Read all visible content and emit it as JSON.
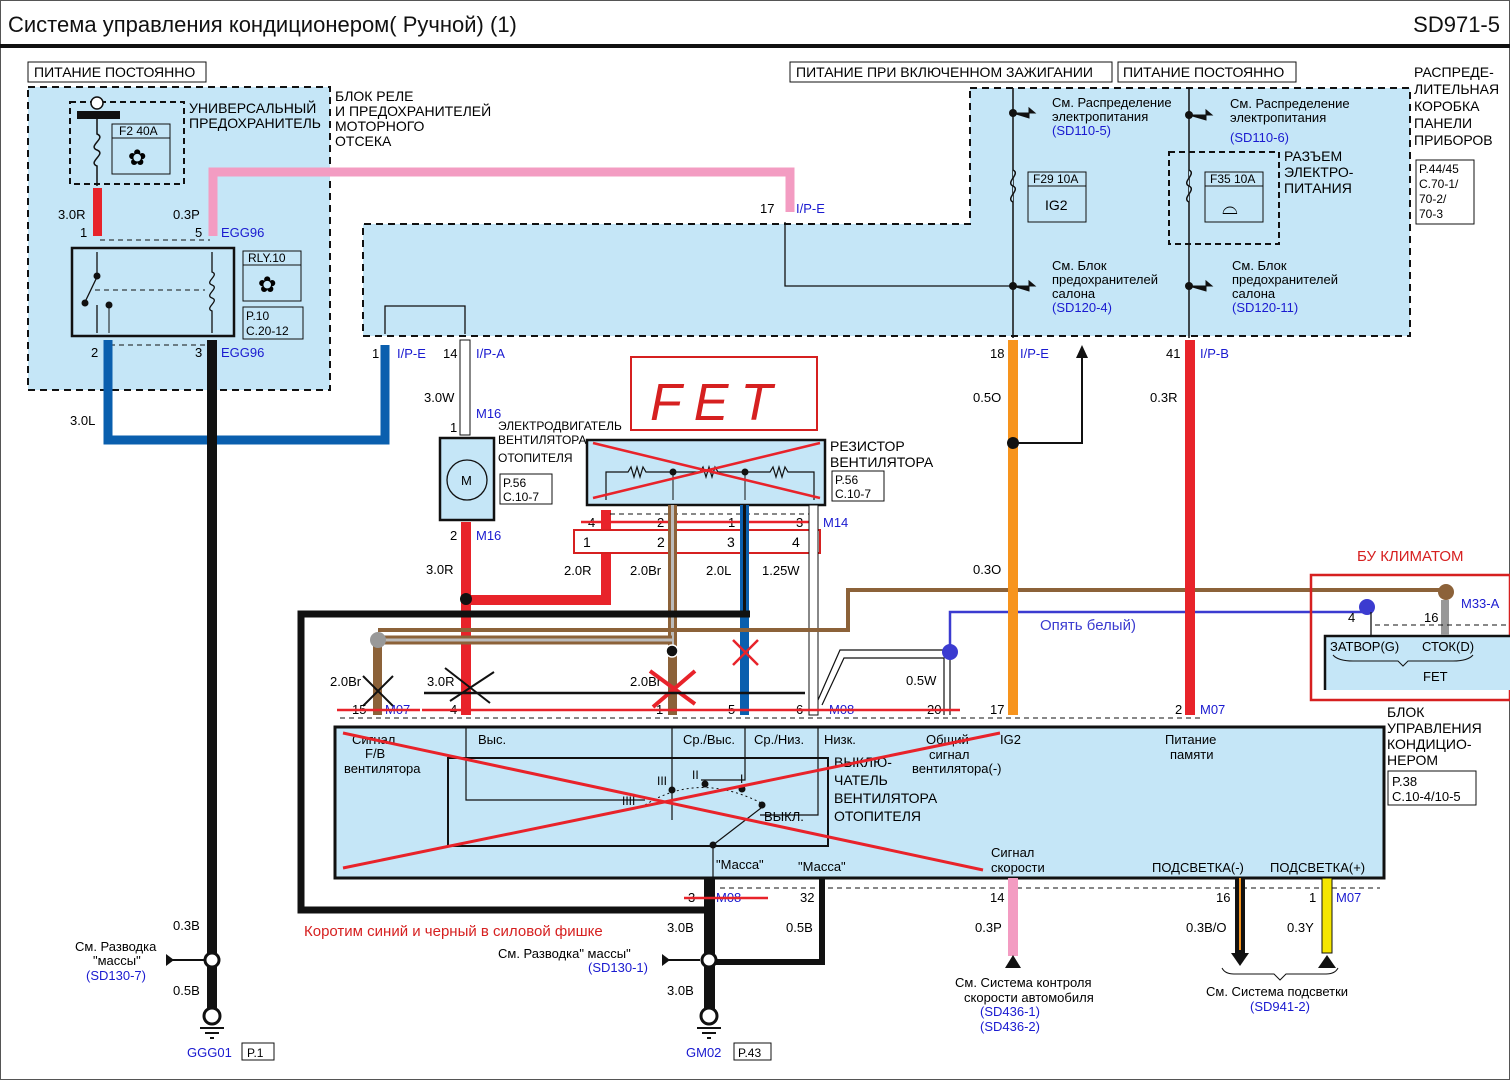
{
  "header": {
    "title": "Система управления кондиционером( Ручной) (1)",
    "code": "SD971-5"
  },
  "power_labels": {
    "constant_left": "ПИТАНИЕ ПОСТОЯННО",
    "ignition": "ПИТАНИЕ ПРИ ВКЛЮЧЕННОМ ЗАЖИГАНИИ",
    "constant_right": "ПИТАНИЕ ПОСТОЯННО"
  },
  "engine_box": {
    "name_lines": [
      "БЛОК РЕЛЕ",
      "И ПРЕДОХРАНИТЕЛЕЙ",
      "МОТОРНОГО",
      "ОТСЕКА"
    ],
    "fuse_label_lines": [
      "УНИВЕРСАЛЬНЫЙ",
      "ПРЕДОХРАНИТЕЛЬ"
    ],
    "fuse": "F2 40A",
    "relay": "RLY.10",
    "relay_ref": [
      "P.10",
      "C.20-12"
    ],
    "wire1": "3.0R",
    "pin1": "1",
    "wire5": "0.3P",
    "pin5": "5",
    "conn_top": "EGG96",
    "pin2": "2",
    "pin3": "3",
    "conn_bottom": "EGG96"
  },
  "panel_box": {
    "name_lines": [
      "РАСПРЕДЕ-",
      "ЛИТЕЛЬНАЯ",
      "КОРОБКА",
      "ПАНЕЛИ",
      "ПРИБОРОВ"
    ],
    "ref": [
      "P.44/45",
      "C.70-1/",
      "70-2/",
      "70-3"
    ],
    "dist1": [
      "См. Распределение",
      "электропитания",
      "(SD110-5)"
    ],
    "dist2": [
      "См. Распределение",
      "электропитания",
      "(SD110-6)"
    ],
    "fuse29": "F29 10A",
    "fuse29_sub": "IG2",
    "fuse35": "F35 10A",
    "power_conn_lines": [
      "РАЗЪЕМ",
      "ЭЛЕКТРО-",
      "ПИТАНИЯ"
    ],
    "salon1": [
      "См. Блок",
      "предохранителей",
      "салона",
      "(SD120-4)"
    ],
    "salon2": [
      "См. Блок",
      "предохранителей",
      "салона",
      "(SD120-11)"
    ],
    "pin17": "17",
    "conn17": "I/P-E",
    "pin1": "1",
    "conn1": "I/P-E",
    "pin14": "14",
    "conn14": "I/P-A",
    "pin18": "18",
    "conn18": "I/P-E",
    "pin41": "41",
    "conn41": "I/P-B"
  },
  "wires": {
    "w_3_0L": "3.0L",
    "w_3_0W": "3.0W",
    "w_3_0R_motor": "3.0R",
    "w_0_5O": "0.5O",
    "w_0_3R": "0.3R",
    "w_0_3O": "0.3O",
    "w_2_0R": "2.0R",
    "w_2_0Br": "2.0Br",
    "w_2_0L": "2.0L",
    "w_1_25W": "1.25W",
    "w_2_0Br_b": "2.0Br",
    "w_3_0R_b": "3.0R",
    "w_2_0Br_c": "2.0Br",
    "w_0_5W": "0.5W",
    "w_0_3B": "0.3B",
    "w_0_5B": "0.5B",
    "w_3_0B_a": "3.0B",
    "w_0_5B_b": "0.5B",
    "w_3_0B_b": "3.0B",
    "w_0_3P": "0.3P",
    "w_0_3BO": "0.3B/O",
    "w_0_3Y": "0.3Y"
  },
  "motor": {
    "label_lines": [
      "ЭЛЕКТРОДВИГАТЕЛЬ",
      "ВЕНТИЛЯТОРА",
      "ОТОПИТЕЛЯ"
    ],
    "symbol": "M",
    "ref": [
      "P.56",
      "C.10-7"
    ],
    "pin1": "1",
    "pin2": "2",
    "conn": "M16"
  },
  "resistor": {
    "label_lines": [
      "РЕЗИСТОР",
      "ВЕНТИЛЯТОРА"
    ],
    "ref": [
      "P.56",
      "C.10-7"
    ],
    "pins_old": [
      "4",
      "2",
      "1",
      "3"
    ],
    "conn": "M14",
    "pins_new": [
      "1",
      "2",
      "3",
      "4"
    ]
  },
  "annotations": {
    "fet": "FET",
    "climate_unit": "БУ КЛИМАТОМ",
    "again_white": "Опять белый)",
    "short_note": "Коротим синий и черный в силовой фишке"
  },
  "fet_block": {
    "gate": "ЗАТВОР(G)",
    "drain": "СТОК(D)",
    "name": "FET",
    "pin_g": "4",
    "pin_d": "16",
    "conn": "M33-A"
  },
  "control_unit": {
    "name_lines": [
      "БЛОК",
      "УПРАВЛЕНИЯ",
      "КОНДИЦИО-",
      "НЕРОМ"
    ],
    "ref": [
      "P.38",
      "C.10-4/10-5"
    ],
    "pins_top": [
      {
        "pin": "15",
        "conn": "M07",
        "label": [
          "Сигнал",
          "F/B",
          "вентилятора"
        ]
      },
      {
        "pin": "4",
        "label": [
          "Выс."
        ]
      },
      {
        "pin": "1",
        "label": [
          "Ср./Выс."
        ]
      },
      {
        "pin": "5",
        "label": [
          "Ср./Низ."
        ]
      },
      {
        "pin": "6",
        "conn": "M08",
        "label": [
          "Низк."
        ]
      },
      {
        "pin": "20",
        "label": [
          "Общий",
          "сигнал",
          "вентилятора(-)"
        ]
      },
      {
        "pin": "17",
        "label": [
          "IG2"
        ]
      },
      {
        "pin": "2",
        "conn": "M07",
        "label": [
          "Питание",
          "памяти"
        ]
      }
    ],
    "switch_lines": [
      "ВЫКЛЮ-",
      "ЧАТЕЛЬ",
      "ВЕНТИЛЯТОРА",
      "ОТОПИТЕЛЯ"
    ],
    "switch_positions": [
      "III",
      "II",
      "I",
      "IIII",
      "ВЫКЛ."
    ],
    "ground1": "\"Масса\"",
    "ground2": "\"Масса\"",
    "speed": [
      "Сигнал",
      "скорости"
    ],
    "backlight_minus": "ПОДСВЕТКА(-)",
    "backlight_plus": "ПОДСВЕТКА(+)",
    "pins_bottom": [
      {
        "pin": "3",
        "conn": "M08"
      },
      {
        "pin": "32"
      },
      {
        "pin": "14"
      },
      {
        "pin": "16"
      },
      {
        "pin": "1",
        "conn": "M07"
      }
    ]
  },
  "refs": {
    "ground_left": [
      "См. Разводка",
      "\"массы\"",
      "(SD130-7)"
    ],
    "ground_mid": [
      "См. Разводка\" массы\"",
      "(SD130-1)"
    ],
    "gnd1": "GGG01",
    "gnd1_ref": "P.1",
    "gnd2": "GM02",
    "gnd2_ref": "P.43",
    "speed_sys": [
      "См. Система контроля",
      "скорости автомобиля",
      "(SD436-1)",
      "(SD436-2)"
    ],
    "light_sys": [
      "См. Система подсветки",
      "(SD941-2)"
    ]
  },
  "colors": {
    "fill": "#c5e6f7",
    "red": "#e8232a",
    "blue": "#0a5fae",
    "pink": "#f39cc2",
    "orange": "#f7941d",
    "brown": "#8c6239",
    "ref_blue": "#1a1ad0",
    "annot_red": "#d62020",
    "annot_blue": "#3b3bd0",
    "yellow": "#f5e600"
  }
}
